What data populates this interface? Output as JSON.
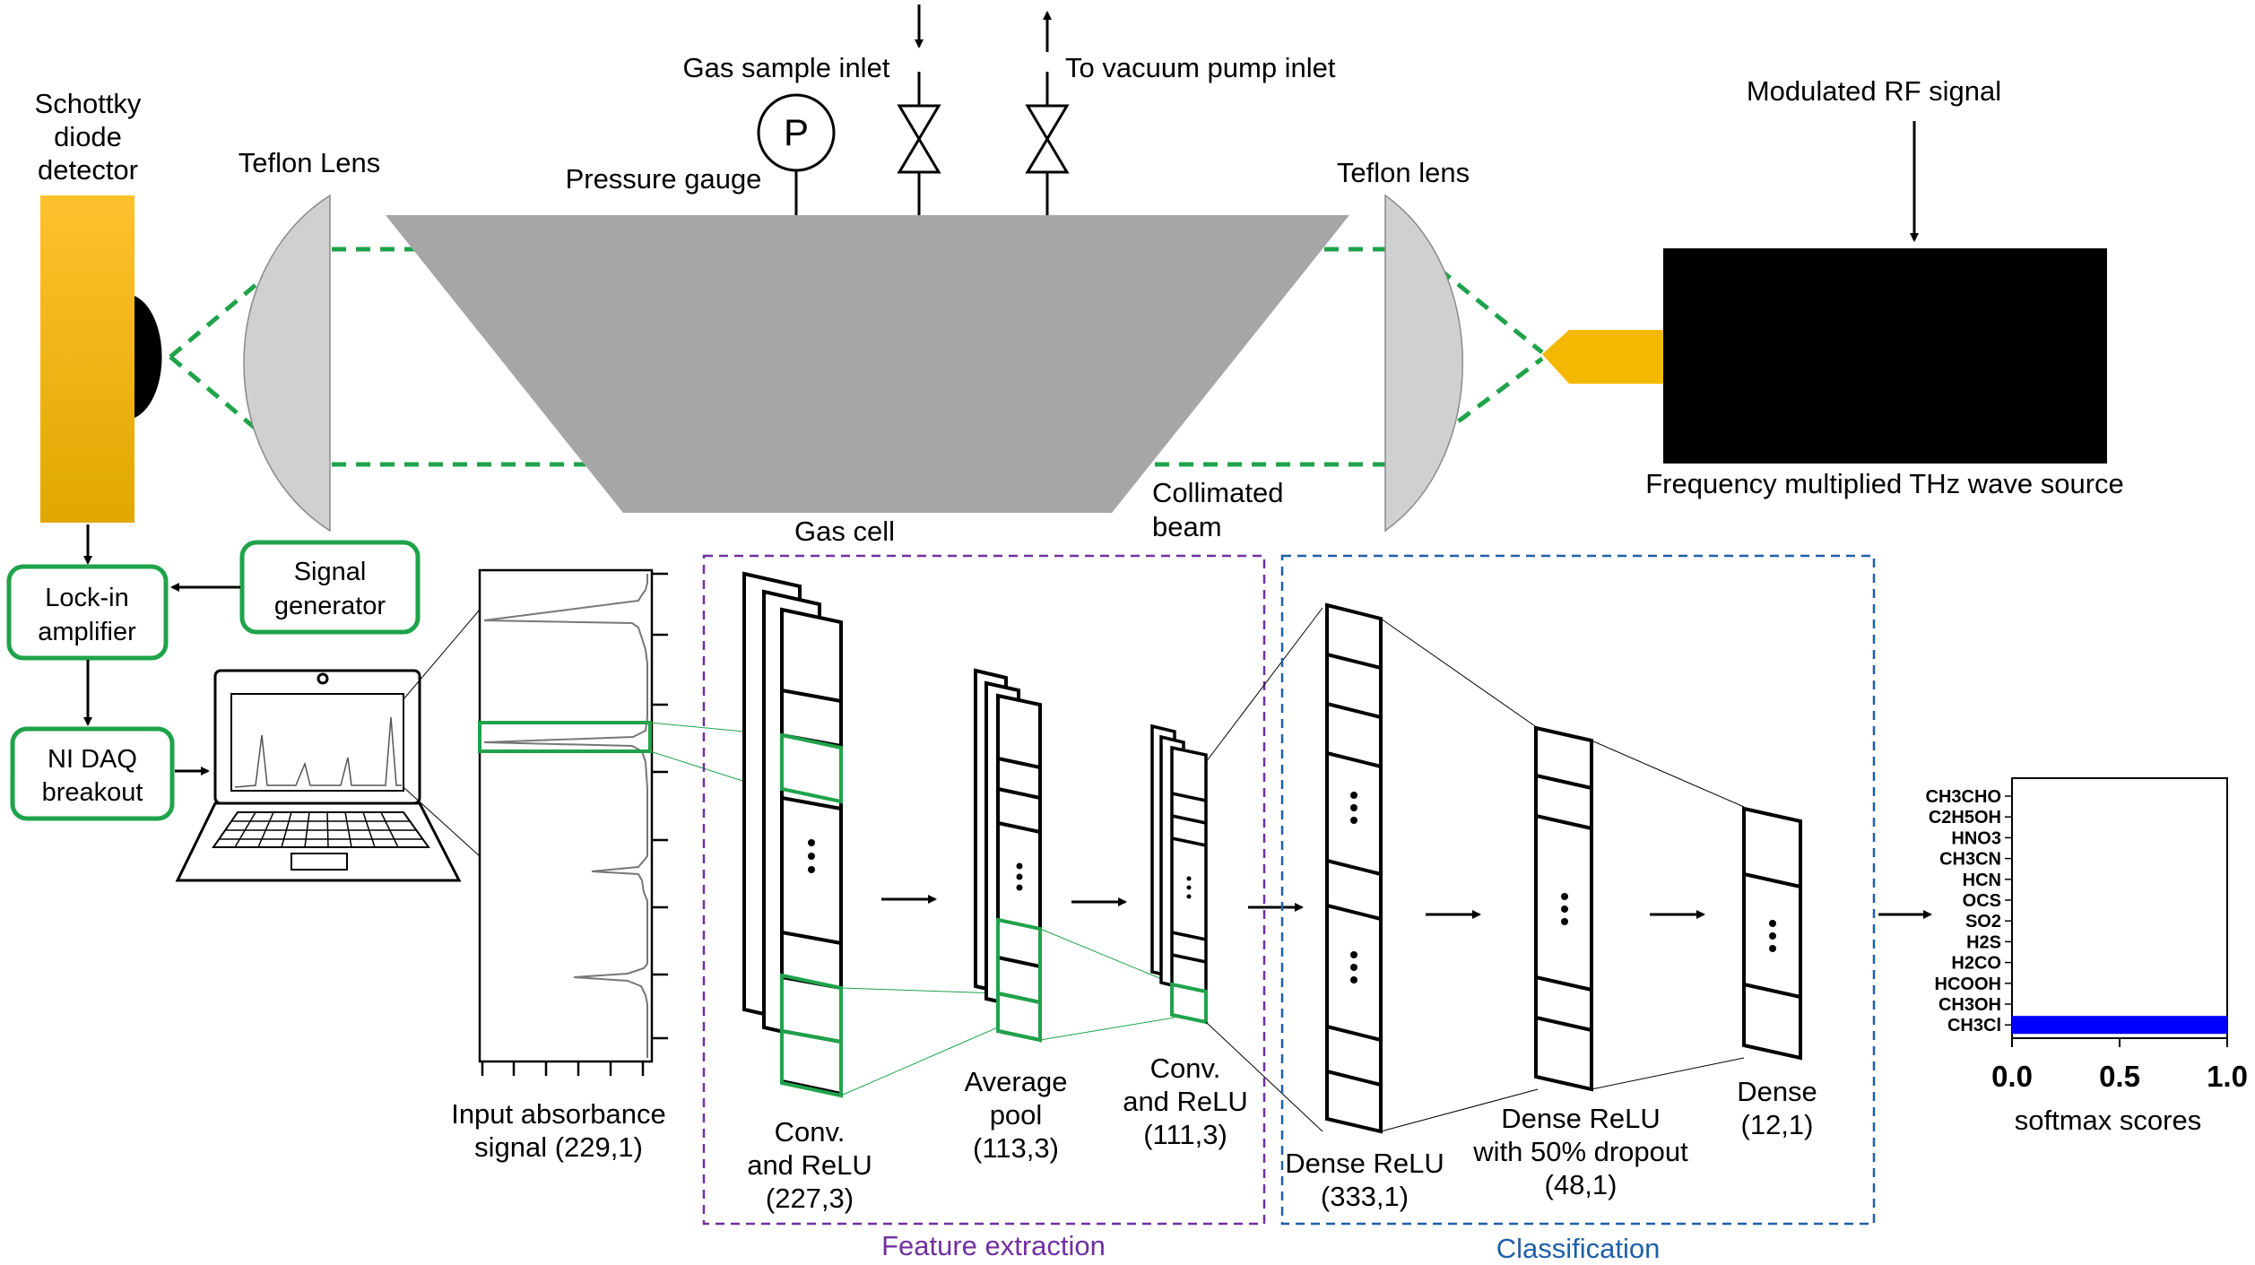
{
  "labels": {
    "schottky_1": "Schottky",
    "schottky_2": "diode",
    "schottky_3": "detector",
    "teflon_lens_left": "Teflon Lens",
    "teflon_lens_right": "Teflon lens",
    "gas_sample_inlet": "Gas sample inlet",
    "to_vacuum_pump_inlet": "To vacuum pump inlet",
    "pressure_gauge": "Pressure gauge",
    "gauge_symbol": "P",
    "modulated_rf_signal": "Modulated RF signal",
    "thz_source": "Frequency multiplied THz wave source",
    "gas_cell": "Gas cell",
    "collimated_beam_1": "Collimated",
    "collimated_beam_2": "beam"
  },
  "boxes": {
    "lockin_1": "Lock-in",
    "lockin_2": "amplifier",
    "siggen_1": "Signal",
    "siggen_2": "generator",
    "nidaq_1": "NI DAQ",
    "nidaq_2": "breakout"
  },
  "cnn": {
    "input_1": "Input absorbance",
    "input_2": "signal (229,1)",
    "conv1_1": "Conv.",
    "conv1_2": "and ReLU",
    "conv1_3": "(227,3)",
    "pool_1": "Average",
    "pool_2": "pool",
    "pool_3": "(113,3)",
    "conv2_1": "Conv.",
    "conv2_2": "and ReLU",
    "conv2_3": "(111,3)",
    "dense1_1": "Dense ReLU",
    "dense1_2": "(333,1)",
    "dense2_1": "Dense ReLU",
    "dense2_2": "with 50% dropout",
    "dense2_3": "(48,1)",
    "dense3_1": "Dense",
    "dense3_2": "(12,1)",
    "feature_extraction": "Feature extraction",
    "classification": "Classification"
  },
  "colors": {
    "detector": "#f5b800",
    "green_box": "#1fa34a",
    "beam": "#1fa34a",
    "lens": "#cfcfcf",
    "gas_cell": "#a6a6a6",
    "source": "#000000",
    "horn": "#f5b800",
    "purple_dash": "#7030a0",
    "blue_dash": "#1f5fa8",
    "softmax_bar": "#0000ff"
  },
  "chart_data": {
    "type": "bar",
    "orientation": "horizontal",
    "categories": [
      "CH3CHO",
      "C2H5OH",
      "HNO3",
      "CH3CN",
      "HCN",
      "OCS",
      "SO2",
      "H2S",
      "H2CO",
      "HCOOH",
      "CH3OH",
      "CH3Cl"
    ],
    "values": [
      0,
      0,
      0,
      0,
      0,
      0,
      0,
      0,
      0,
      0,
      0,
      1.0
    ],
    "xlabel": "softmax scores",
    "xlim": [
      0,
      1
    ],
    "xticks": [
      "0.0",
      "0.5",
      "1.0"
    ]
  }
}
